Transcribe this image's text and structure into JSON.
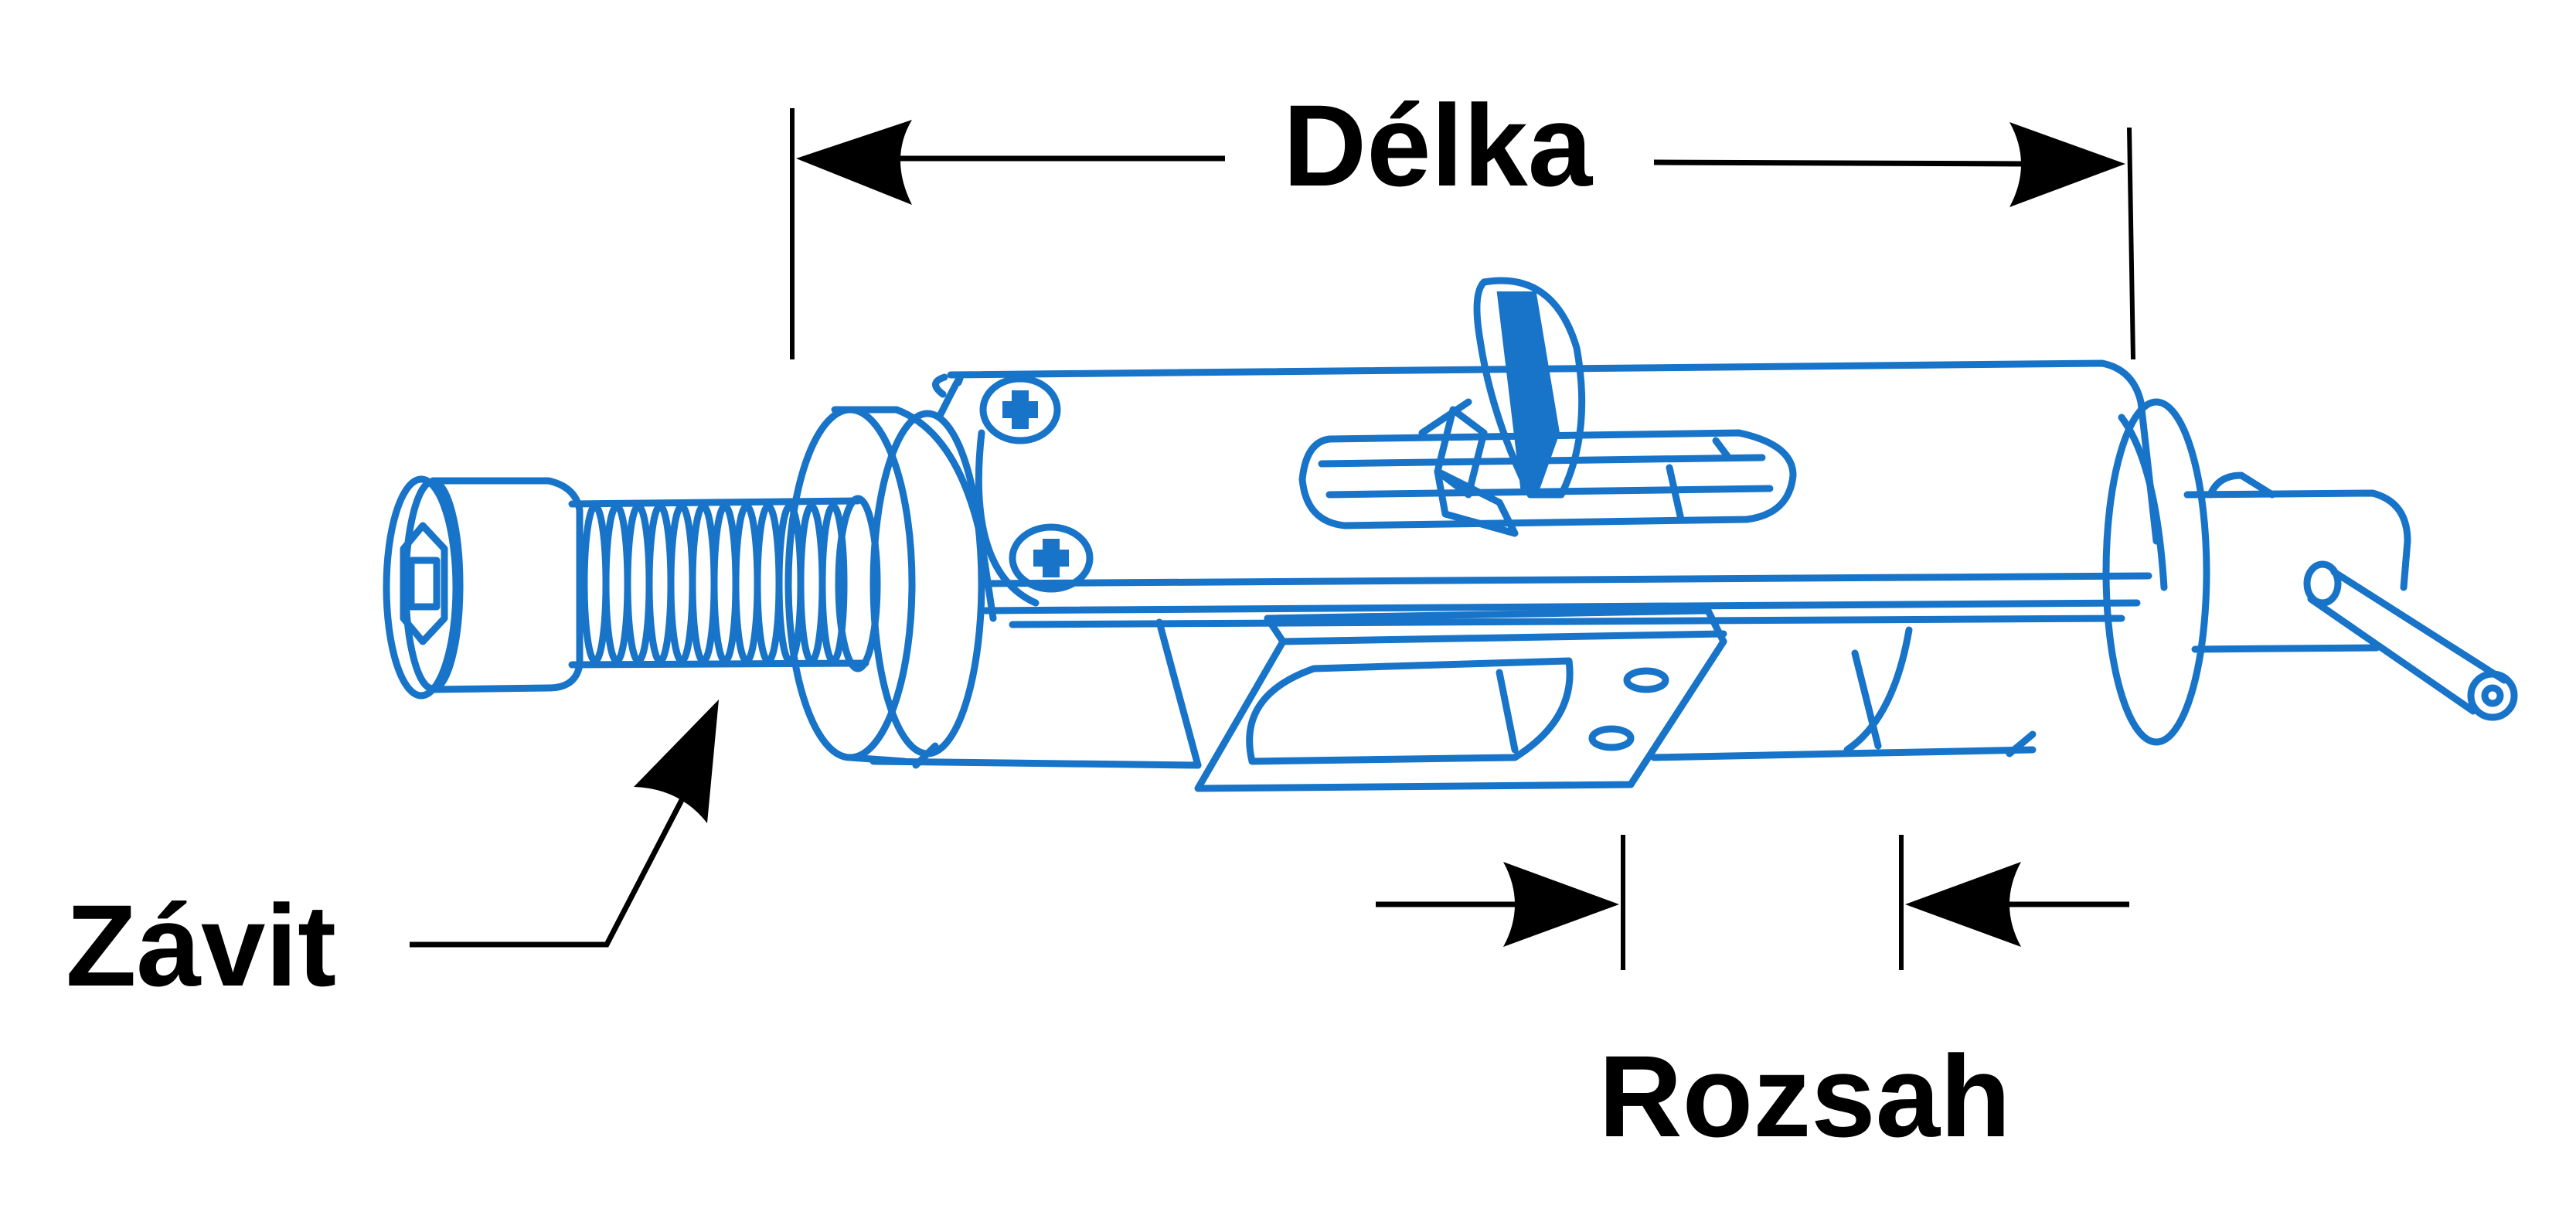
{
  "labels": {
    "length": "Délka",
    "thread": "Závit",
    "range": "Rozsah"
  },
  "colors": {
    "tool": "#1874c8",
    "ink": "#000000",
    "background": "#ffffff"
  }
}
